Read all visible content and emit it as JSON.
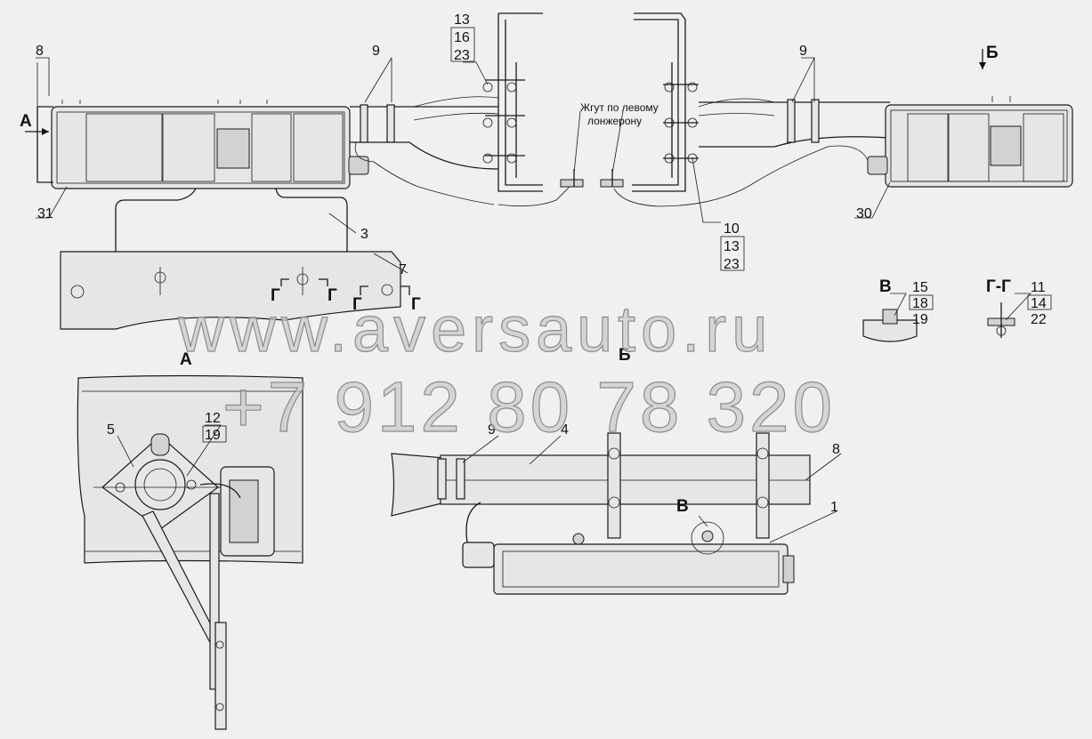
{
  "callouts": {
    "n8_top": "8",
    "n9_left": "9",
    "n9_right": "9",
    "n13a": "13",
    "n16": "16",
    "n23a": "23",
    "n10": "10",
    "n13b": "13",
    "n23b": "23",
    "n31": "31",
    "n30": "30",
    "n3": "3",
    "n7": "7",
    "n15": "15",
    "n18": "18",
    "n19a": "19",
    "n11": "11",
    "n14": "14",
    "n22": "22",
    "n5": "5",
    "n12": "12",
    "n19b": "19",
    "n9_bottom": "9",
    "n4": "4",
    "n8_bottom": "8",
    "n1": "1"
  },
  "views": {
    "arrow_a": "А",
    "arrow_b": "Б",
    "g1": "Г",
    "g2": "Г",
    "g3": "Г",
    "g4": "Г",
    "view_v": "В",
    "view_gg": "Г-Г",
    "view_a_title": "А",
    "view_b_title": "Б",
    "v_marker": "В"
  },
  "notes": {
    "harness_line1": "Жгут по левому",
    "harness_line2": "лонжерону"
  },
  "watermark": {
    "site": "www.aversauto.ru",
    "phone": "+7 912 80 78 320"
  }
}
